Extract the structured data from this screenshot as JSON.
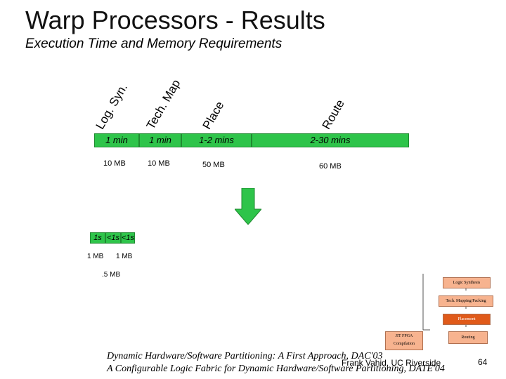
{
  "slide": {
    "title": "Warp Processors - Results",
    "subtitle": "Execution Time and Memory Requirements",
    "stage_labels": [
      "Log. Syn.",
      "Tech. Map",
      "Place",
      "Route"
    ],
    "times": [
      "1 min",
      "1 min",
      "1-2 mins",
      "2-30 mins"
    ],
    "memory": [
      "10 MB",
      "10 MB",
      "50 MB",
      "60 MB"
    ],
    "warp_times": [
      "1s",
      "<1s",
      "<1s"
    ],
    "warp_memory": [
      "1 MB",
      "1 MB",
      ".5 MB"
    ],
    "flow": {
      "logic_synthesis": "Logic Synthesis",
      "tech_mapping": "Tech. Mapping/Packing",
      "placement": "Placement",
      "jit_fpga": "JIT FPGA Compilation",
      "routing": "Routing"
    },
    "footer": {
      "line1": "Dynamic Hardware/Software Partitioning: A First Approach, DAC'03",
      "line2": "A Configurable Logic Fabric for Dynamic Hardware/Software Partitioning, DATE'04",
      "author": "Frank Vahid, UC Riverside",
      "page": "64"
    },
    "colors": {
      "bar": "#2ec44a",
      "arrow": "#2ec44a",
      "flow_box": "#f7b38f",
      "flow_dark": "#e05a1a"
    }
  }
}
